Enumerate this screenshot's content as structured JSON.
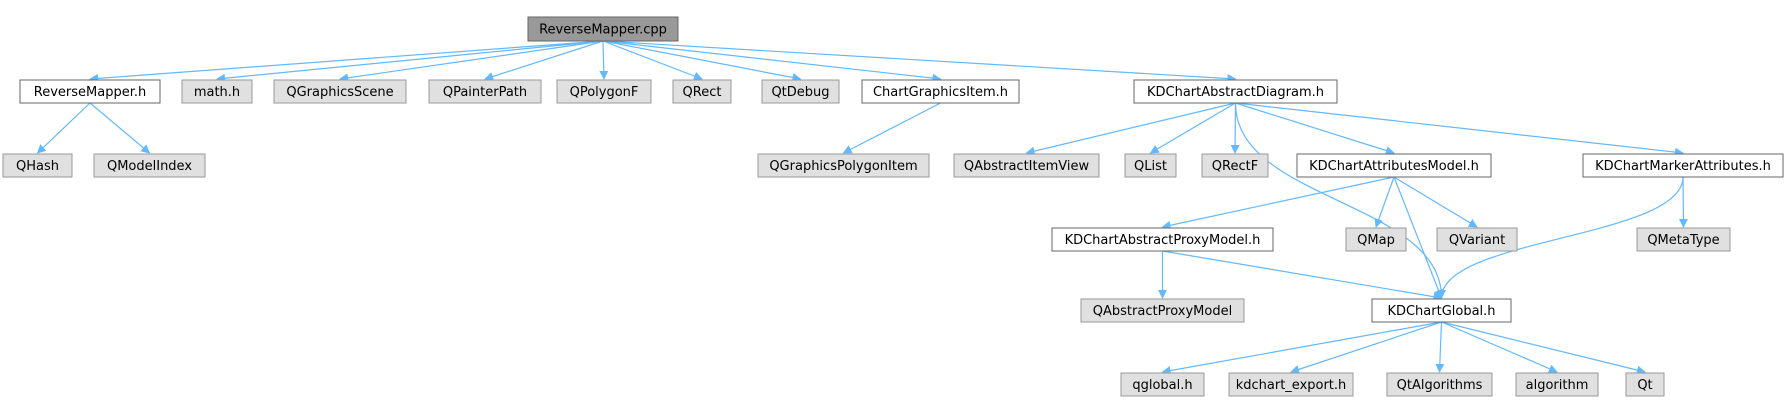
{
  "colors": {
    "root_fill": "#999999",
    "root_stroke": "#666666",
    "documented_fill": "#ffffff",
    "documented_stroke": "#666666",
    "external_fill": "#e0e0e0",
    "external_stroke": "#999999",
    "edge": "#63b8ff"
  },
  "nodes": [
    {
      "id": "root",
      "label": "ReverseMapper.cpp",
      "kind": "root"
    },
    {
      "id": "reversemapper_h",
      "label": "ReverseMapper.h",
      "kind": "documented"
    },
    {
      "id": "math_h",
      "label": "math.h",
      "kind": "external"
    },
    {
      "id": "qgraphicsscene",
      "label": "QGraphicsScene",
      "kind": "external"
    },
    {
      "id": "qpainterpath",
      "label": "QPainterPath",
      "kind": "external"
    },
    {
      "id": "qpolygonf",
      "label": "QPolygonF",
      "kind": "external"
    },
    {
      "id": "qrect",
      "label": "QRect",
      "kind": "external"
    },
    {
      "id": "qtdebug",
      "label": "QtDebug",
      "kind": "external"
    },
    {
      "id": "chartgraphicsitem_h",
      "label": "ChartGraphicsItem.h",
      "kind": "documented"
    },
    {
      "id": "kdchartabstractdiagram_h",
      "label": "KDChartAbstractDiagram.h",
      "kind": "documented"
    },
    {
      "id": "qhash",
      "label": "QHash",
      "kind": "external"
    },
    {
      "id": "qmodelindex",
      "label": "QModelIndex",
      "kind": "external"
    },
    {
      "id": "qgraphicspolygonitem",
      "label": "QGraphicsPolygonItem",
      "kind": "external"
    },
    {
      "id": "qabstractitemview",
      "label": "QAbstractItemView",
      "kind": "external"
    },
    {
      "id": "qlist",
      "label": "QList",
      "kind": "external"
    },
    {
      "id": "qrectf",
      "label": "QRectF",
      "kind": "external"
    },
    {
      "id": "kdchartattributesmodel_h",
      "label": "KDChartAttributesModel.h",
      "kind": "documented"
    },
    {
      "id": "kdchartmarkerattributes_h",
      "label": "KDChartMarkerAttributes.h",
      "kind": "documented"
    },
    {
      "id": "kdchartabstractproxymodel_h",
      "label": "KDChartAbstractProxyModel.h",
      "kind": "documented"
    },
    {
      "id": "qmap",
      "label": "QMap",
      "kind": "external"
    },
    {
      "id": "qvariant",
      "label": "QVariant",
      "kind": "external"
    },
    {
      "id": "qmetatype",
      "label": "QMetaType",
      "kind": "external"
    },
    {
      "id": "qabstractproxymodel",
      "label": "QAbstractProxyModel",
      "kind": "external"
    },
    {
      "id": "kdchartglobal_h",
      "label": "KDChartGlobal.h",
      "kind": "documented"
    },
    {
      "id": "qglobal_h",
      "label": "qglobal.h",
      "kind": "external"
    },
    {
      "id": "kdchart_export_h",
      "label": "kdchart_export.h",
      "kind": "external"
    },
    {
      "id": "qtalgorithms",
      "label": "QtAlgorithms",
      "kind": "external"
    },
    {
      "id": "algorithm",
      "label": "algorithm",
      "kind": "external"
    },
    {
      "id": "qt",
      "label": "Qt",
      "kind": "external"
    }
  ],
  "edges": [
    {
      "from": "root",
      "to": "reversemapper_h"
    },
    {
      "from": "root",
      "to": "math_h"
    },
    {
      "from": "root",
      "to": "qgraphicsscene"
    },
    {
      "from": "root",
      "to": "qpainterpath"
    },
    {
      "from": "root",
      "to": "qpolygonf"
    },
    {
      "from": "root",
      "to": "qrect"
    },
    {
      "from": "root",
      "to": "qtdebug"
    },
    {
      "from": "root",
      "to": "chartgraphicsitem_h"
    },
    {
      "from": "root",
      "to": "kdchartabstractdiagram_h"
    },
    {
      "from": "reversemapper_h",
      "to": "qhash"
    },
    {
      "from": "reversemapper_h",
      "to": "qmodelindex"
    },
    {
      "from": "chartgraphicsitem_h",
      "to": "qgraphicspolygonitem"
    },
    {
      "from": "kdchartabstractdiagram_h",
      "to": "qabstractitemview"
    },
    {
      "from": "kdchartabstractdiagram_h",
      "to": "qlist"
    },
    {
      "from": "kdchartabstractdiagram_h",
      "to": "qrectf"
    },
    {
      "from": "kdchartabstractdiagram_h",
      "to": "kdchartattributesmodel_h"
    },
    {
      "from": "kdchartabstractdiagram_h",
      "to": "kdchartmarkerattributes_h"
    },
    {
      "from": "kdchartabstractdiagram_h",
      "to": "kdchartglobal_h"
    },
    {
      "from": "kdchartattributesmodel_h",
      "to": "kdchartabstractproxymodel_h"
    },
    {
      "from": "kdchartattributesmodel_h",
      "to": "qmap"
    },
    {
      "from": "kdchartattributesmodel_h",
      "to": "qvariant"
    },
    {
      "from": "kdchartattributesmodel_h",
      "to": "kdchartglobal_h"
    },
    {
      "from": "kdchartmarkerattributes_h",
      "to": "qmetatype"
    },
    {
      "from": "kdchartmarkerattributes_h",
      "to": "kdchartglobal_h"
    },
    {
      "from": "kdchartabstractproxymodel_h",
      "to": "qabstractproxymodel"
    },
    {
      "from": "kdchartabstractproxymodel_h",
      "to": "kdchartglobal_h"
    },
    {
      "from": "kdchartglobal_h",
      "to": "qglobal_h"
    },
    {
      "from": "kdchartglobal_h",
      "to": "kdchart_export_h"
    },
    {
      "from": "kdchartglobal_h",
      "to": "qtalgorithms"
    },
    {
      "from": "kdchartglobal_h",
      "to": "algorithm"
    },
    {
      "from": "kdchartglobal_h",
      "to": "qt"
    }
  ]
}
